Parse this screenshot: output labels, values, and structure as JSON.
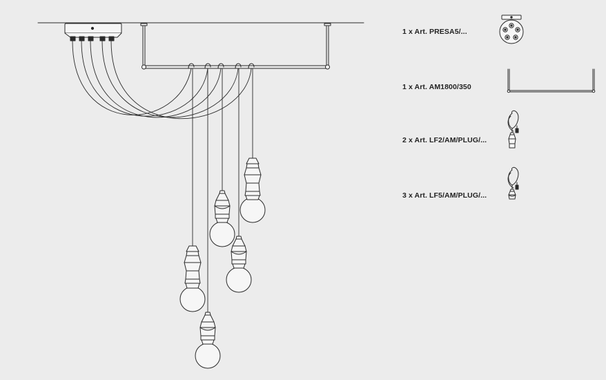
{
  "parts_list": [
    {
      "label": "1 x Art. PRESA5/...",
      "thumbnail": "ceiling-rose-5-outlets-icon"
    },
    {
      "label": "1 x Art. AM1800/350",
      "thumbnail": "suspension-rail-icon"
    },
    {
      "label": "2 x Art. LF2/AM/PLUG/...",
      "thumbnail": "pendant-cable-plug-icon"
    },
    {
      "label": "3 x Art. LF5/AM/PLUG/...",
      "thumbnail": "pendant-cable-plug-icon"
    }
  ],
  "colors": {
    "background": "#ececec",
    "line": "#2a2a2a",
    "text": "#222222"
  },
  "assembly": {
    "pendant_count": 5,
    "rose_outlet_count": 5
  }
}
